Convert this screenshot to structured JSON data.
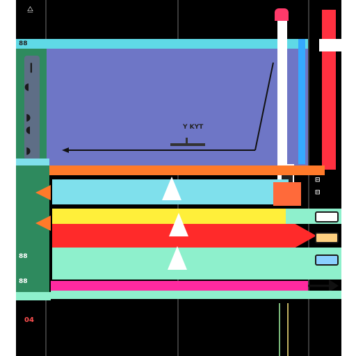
{
  "window": {
    "title": ""
  },
  "header": {
    "code": "88"
  },
  "center": {
    "marker_text": "Y KYT"
  },
  "left_labels": {
    "row3": "88",
    "row4": "88"
  },
  "bottom": {
    "status": "04"
  },
  "right_labels": {
    "r1": "⊟",
    "r2": "⊟"
  },
  "colors": {
    "background": "#000000",
    "header_bar": "#5fd9e6",
    "main_panel": "#6e76c6",
    "left_strip": "#2e8a5e",
    "orange_band": "#ff7a2a",
    "cyan_band": "#7fe0ec",
    "yellow_band": "#ffef3a",
    "red_band": "#ff2a2a",
    "mint_band": "#8ef0cc",
    "pink_band": "#ff2aa0",
    "pipe_white": "#ffffff",
    "pipe_red": "#ff3040",
    "pipe_blue": "#35a9ff",
    "status_red": "#ff5050"
  },
  "icons": [
    "left-knob-icon",
    "droplet-icon",
    "arrow-left-icon",
    "arrow-right-icon",
    "chip-icon",
    "pipe-icon"
  ]
}
